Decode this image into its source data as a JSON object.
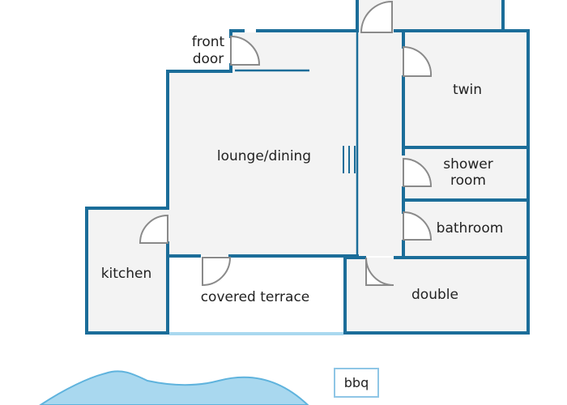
{
  "rooms": {
    "front_door": [
      "front",
      "door"
    ],
    "lounge_dining": "lounge/dining",
    "twin": "twin",
    "shower_room": [
      "shower",
      "room"
    ],
    "bathroom": "bathroom",
    "kitchen": "kitchen",
    "covered_terrace": "covered terrace",
    "double": "double"
  },
  "outdoor": {
    "bbq": "bbq"
  },
  "colors": {
    "wall": "#1b6d99",
    "floor": "#f3f3f3",
    "door": "#8a8a8a",
    "pool": "#a9d8ef",
    "bbq_border": "#8fc6e6",
    "text": "#222222"
  }
}
